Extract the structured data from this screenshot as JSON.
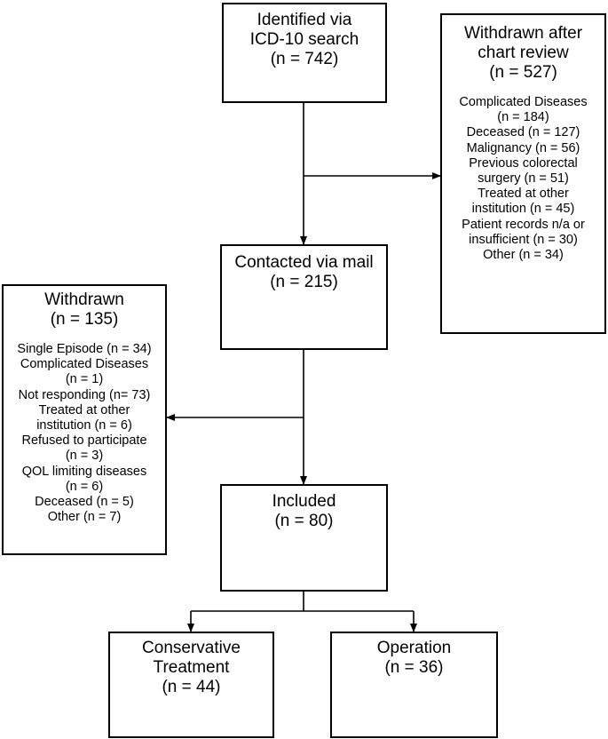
{
  "identified": {
    "lines": [
      "Identified via",
      "ICD-10 search",
      "(n = 742)"
    ]
  },
  "withdrawn_review": {
    "title_lines": [
      "Withdrawn after",
      "chart review",
      "(n = 527)"
    ],
    "reasons": [
      "Complicated Diseases",
      "(n = 184)",
      "Deceased (n = 127)",
      "Malignancy (n = 56)",
      "Previous colorectal",
      "surgery (n = 51)",
      "Treated at other",
      "institution (n = 45)",
      "Patient records n/a or",
      "insufficient (n = 30)",
      "Other (n = 34)"
    ]
  },
  "contacted": {
    "lines": [
      "Contacted via mail",
      "(n = 215)"
    ]
  },
  "withdrawn": {
    "title_lines": [
      "Withdrawn",
      "(n = 135)"
    ],
    "reasons": [
      "Single Episode (n = 34)",
      "Complicated Diseases",
      "(n = 1)",
      "Not responding (n= 73)",
      "Treated at other",
      "institution (n = 6)",
      "Refused to participate",
      "(n = 3)",
      "QOL limiting diseases",
      "(n = 6)",
      "Deceased (n = 5)",
      "Other (n = 7)"
    ]
  },
  "included": {
    "lines": [
      "Included",
      "(n = 80)"
    ]
  },
  "conservative": {
    "lines": [
      "Conservative",
      "Treatment",
      "(n = 44)"
    ]
  },
  "operation": {
    "lines": [
      "Operation",
      "(n = 36)"
    ]
  }
}
